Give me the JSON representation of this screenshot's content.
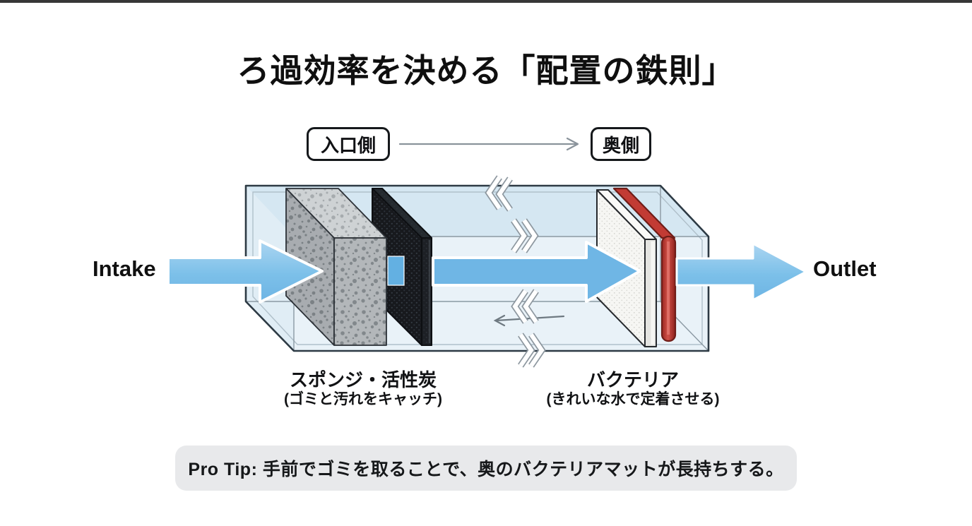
{
  "title": "ろ過効率を決める「配置の鉄則」",
  "flow": {
    "inlet_label": "入口側",
    "back_label": "奥側",
    "intake_label": "Intake",
    "outlet_label": "Outlet"
  },
  "media": {
    "mechanical": {
      "name": "スポンジ・活性炭",
      "desc": "(ゴミと汚れをキャッチ)"
    },
    "biological": {
      "name": "バクテリア",
      "desc": "(きれいな水で定着させる)"
    }
  },
  "pro_tip": "Pro Tip: 手前でゴミを取ることで、奥のバクテリアマットが長持ちする。",
  "colors": {
    "arrow_blue": "#6fb6e5",
    "glass_tint": "#e9f2f8",
    "glass_outline": "#2d3a44",
    "mat_red": "#c23b34",
    "tip_bg": "#e8e9eb"
  }
}
